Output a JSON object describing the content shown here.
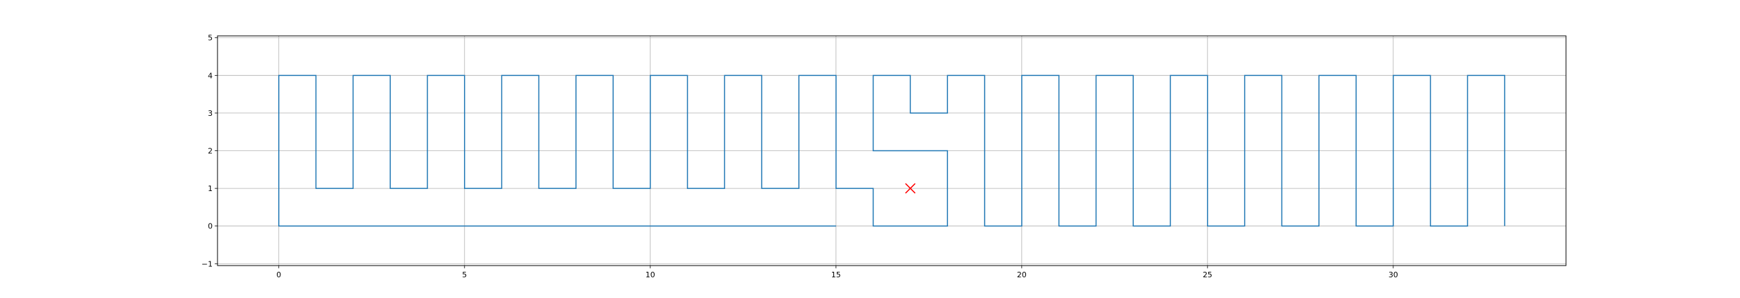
{
  "chart_data": {
    "type": "line",
    "title": "",
    "xlabel": "",
    "ylabel": "",
    "xlim": [
      -1.65,
      34.65
    ],
    "ylim": [
      -1.05,
      5.05
    ],
    "grid": true,
    "xticks": [
      0,
      5,
      10,
      15,
      20,
      25,
      30
    ],
    "yticks": [
      -1,
      0,
      1,
      2,
      3,
      4,
      5
    ],
    "series": [
      {
        "name": "",
        "color": "#1f77b4",
        "points": [
          [
            15,
            0
          ],
          [
            0,
            0
          ],
          [
            0,
            4
          ],
          [
            1,
            4
          ],
          [
            1,
            1
          ],
          [
            2,
            1
          ],
          [
            2,
            4
          ],
          [
            3,
            4
          ],
          [
            3,
            1
          ],
          [
            4,
            1
          ],
          [
            4,
            4
          ],
          [
            5,
            4
          ],
          [
            5,
            1
          ],
          [
            6,
            1
          ],
          [
            6,
            4
          ],
          [
            7,
            4
          ],
          [
            7,
            1
          ],
          [
            8,
            1
          ],
          [
            8,
            4
          ],
          [
            9,
            4
          ],
          [
            9,
            1
          ],
          [
            10,
            1
          ],
          [
            10,
            4
          ],
          [
            11,
            4
          ],
          [
            11,
            1
          ],
          [
            12,
            1
          ],
          [
            12,
            4
          ],
          [
            13,
            4
          ],
          [
            13,
            1
          ],
          [
            14,
            1
          ],
          [
            14,
            4
          ],
          [
            15,
            4
          ],
          [
            15,
            1
          ],
          [
            16,
            1
          ],
          [
            16,
            0
          ],
          [
            18,
            0
          ],
          [
            18,
            2
          ],
          [
            16,
            2
          ],
          [
            16,
            4
          ],
          [
            17,
            4
          ],
          [
            17,
            3
          ],
          [
            18,
            3
          ],
          [
            18,
            4
          ],
          [
            19,
            4
          ],
          [
            19,
            0
          ],
          [
            20,
            0
          ],
          [
            20,
            4
          ],
          [
            21,
            4
          ],
          [
            21,
            0
          ],
          [
            22,
            0
          ],
          [
            22,
            4
          ],
          [
            23,
            4
          ],
          [
            23,
            0
          ],
          [
            24,
            0
          ],
          [
            24,
            4
          ],
          [
            25,
            4
          ],
          [
            25,
            0
          ],
          [
            26,
            0
          ],
          [
            26,
            4
          ],
          [
            27,
            4
          ],
          [
            27,
            0
          ],
          [
            28,
            0
          ],
          [
            28,
            4
          ],
          [
            29,
            4
          ],
          [
            29,
            0
          ],
          [
            30,
            0
          ],
          [
            30,
            4
          ],
          [
            31,
            4
          ],
          [
            31,
            0
          ],
          [
            32,
            0
          ],
          [
            32,
            4
          ],
          [
            33,
            4
          ],
          [
            33,
            0
          ]
        ]
      }
    ],
    "markers": [
      {
        "x": 17,
        "y": 1,
        "symbol": "x",
        "color": "#ff0000"
      }
    ]
  }
}
